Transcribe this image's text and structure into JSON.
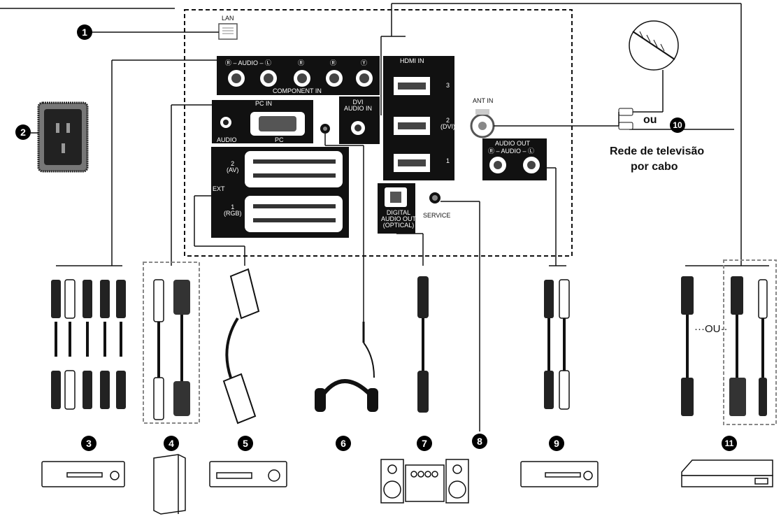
{
  "labels": {
    "lan": "LAN",
    "audio_lr": "Ⓡ – AUDIO – Ⓛ",
    "pr": "Ⓡ",
    "pb": "Ⓡ",
    "y": "Ⓨ",
    "component_in": "COMPONENT IN",
    "pc_in": "PC IN",
    "audio": "AUDIO",
    "pc": "PC",
    "dvi_audio_in": "DVI\nAUDIO IN",
    "hdmi_in": "HDMI IN",
    "hdmi_3": "3",
    "hdmi_2": "2\n(DVI)",
    "hdmi_1": "1",
    "ant_in": "ANT IN",
    "audio_out": "AUDIO OUT",
    "audio_out_lr": "Ⓡ – AUDIO – Ⓛ",
    "ext": "EXT",
    "ext_2": "2\n(AV)",
    "ext_1": "1\n(RGB)",
    "digital_audio_out": "DIGITAL\nAUDIO OUT\n(OPTICAL)",
    "service": "SERVICE",
    "ou_antenna": "ou",
    "cable_network_line1": "Rede de televisão",
    "cable_network_line2": "por cabo",
    "ou_hdmi": "···OU··"
  },
  "numbers": [
    "1",
    "2",
    "3",
    "4",
    "5",
    "6",
    "7",
    "8",
    "9",
    "10",
    "11"
  ],
  "colors": {
    "panel": "#111111",
    "accent": "#000000",
    "background": "#ffffff"
  }
}
